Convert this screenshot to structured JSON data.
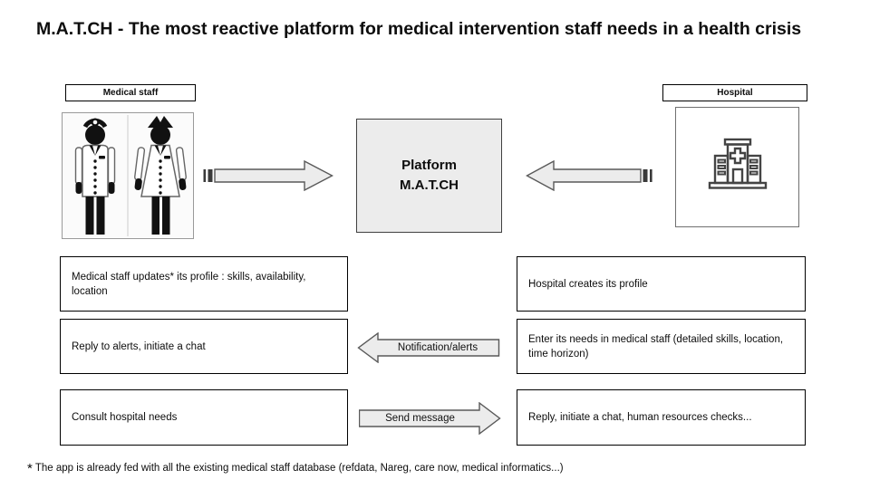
{
  "slide": {
    "title": "M.A.T.CH - The most reactive platform for medical intervention staff needs in a health crisis",
    "footnote_star": "*",
    "footnote": "The app is already fed with all the existing medical staff database (refdata, Nareg, care now, medical informatics...)"
  },
  "medical_staff": {
    "label": "Medical staff",
    "boxes": [
      "Medical staff updates* its profile : skills, availability, location",
      "Reply to alerts, initiate a chat",
      "Consult hospital needs"
    ]
  },
  "hospital": {
    "label": "Hospital",
    "boxes": [
      "Hospital creates its profile",
      "Enter its needs in medical staff (detailed skills, location, time horizon)",
      "Reply, initiate a chat, human resources checks..."
    ]
  },
  "platform": {
    "line1": "Platform",
    "line2": "M.A.T.CH"
  },
  "flow_arrows": {
    "notification": "Notification/alerts",
    "send": "Send message"
  },
  "icons": {
    "left_figures": "doctor-and-nurse-pictogram",
    "right_building": "hospital-building-icon"
  },
  "colors": {
    "background": "#ffffff",
    "text": "#0d0d0d",
    "box_border": "#000000",
    "platform_fill": "#ececec",
    "arrow_fill": "#ececec",
    "arrow_stroke": "#595959",
    "icon_stroke": "#444444"
  }
}
